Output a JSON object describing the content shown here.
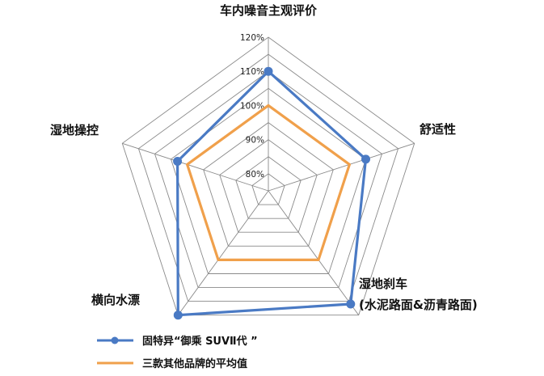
{
  "chart_data": {
    "type": "radar",
    "axes": [
      "车内噪音主观评价",
      "舒适性",
      "湿地刹车\n(水泥路面&沥青路面)",
      "横向水漂",
      "湿地操控"
    ],
    "ticks": [
      "80%",
      "90%",
      "100%",
      "110%",
      "120%"
    ],
    "rlim": [
      75,
      120
    ],
    "grid": true,
    "series": [
      {
        "name": "固特异“御乘 SUVⅡ代 ”",
        "values": [
          110,
          105,
          116,
          120,
          103
        ],
        "color": "#4a7ac4",
        "marker": "circle"
      },
      {
        "name": "三款其他品牌的平均值",
        "values": [
          100,
          100,
          100,
          100,
          100
        ],
        "color": "#f0a04b",
        "marker": "none"
      }
    ],
    "legend_position": "bottom-left"
  }
}
